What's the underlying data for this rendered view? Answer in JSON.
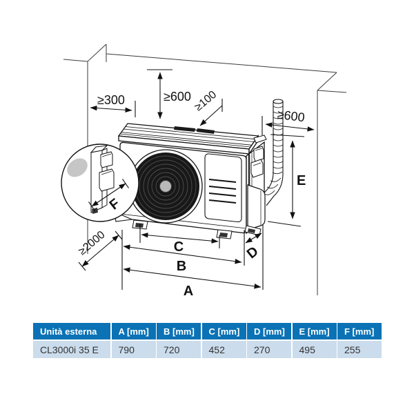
{
  "diagram": {
    "clearance_left": "≥300",
    "clearance_top": "≥600",
    "clearance_top_back": "≥100",
    "clearance_right": "≥600",
    "clearance_front": "≥2000",
    "dim_a": "A",
    "dim_b": "B",
    "dim_c": "C",
    "dim_d": "D",
    "dim_e": "E",
    "dim_f": "F"
  },
  "table": {
    "headers": [
      "Unità esterna",
      "A [mm]",
      "B [mm]",
      "C [mm]",
      "D [mm]",
      "E [mm]",
      "F [mm]"
    ],
    "rows": [
      [
        "CL3000i 35 E",
        "790",
        "720",
        "452",
        "270",
        "495",
        "255"
      ]
    ]
  },
  "colors": {
    "table_header_bg": "#0b72b5",
    "table_row_bg": "#cbdcec",
    "line_color": "#1a1a1a"
  }
}
